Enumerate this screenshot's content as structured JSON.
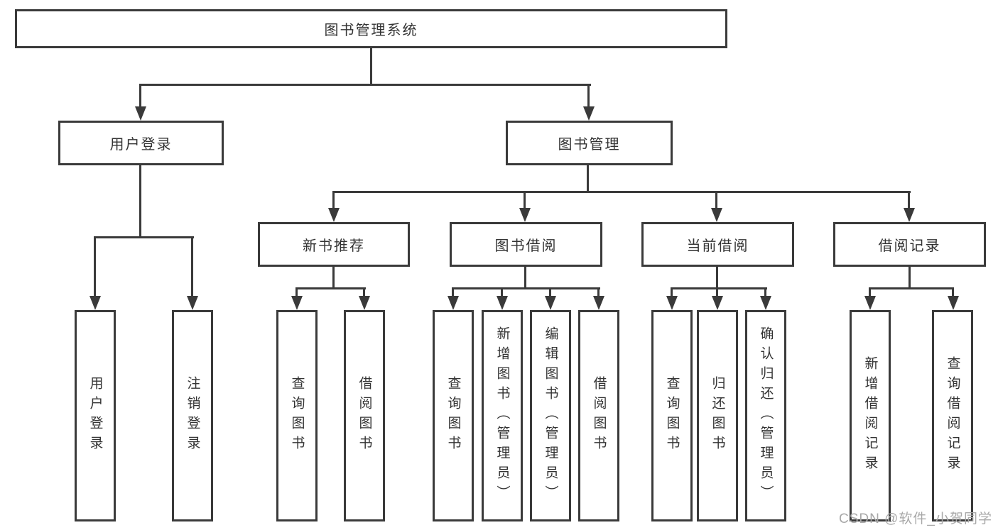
{
  "diagram": {
    "root": {
      "label": "图书管理系统"
    },
    "level2": [
      {
        "label": "用户登录"
      },
      {
        "label": "图书管理"
      }
    ],
    "level3": [
      {
        "label": "新书推荐"
      },
      {
        "label": "图书借阅"
      },
      {
        "label": "当前借阅"
      },
      {
        "label": "借阅记录"
      }
    ],
    "leafGroups": [
      {
        "parent": "用户登录",
        "children": [
          {
            "label": "用户登录"
          },
          {
            "label": "注销登录"
          }
        ]
      },
      {
        "parent": "新书推荐",
        "children": [
          {
            "label": "查询图书"
          },
          {
            "label": "借阅图书"
          }
        ]
      },
      {
        "parent": "图书借阅",
        "children": [
          {
            "label": "查询图书"
          },
          {
            "label": "新增图书（管理员）"
          },
          {
            "label": "编辑图书（管理员）"
          },
          {
            "label": "借阅图书"
          }
        ]
      },
      {
        "parent": "当前借阅",
        "children": [
          {
            "label": "查询图书"
          },
          {
            "label": "归还图书"
          },
          {
            "label": "确认归还（管理员）"
          }
        ]
      },
      {
        "parent": "借阅记录",
        "children": [
          {
            "label": "新增借阅记录"
          },
          {
            "label": "查询借阅记录"
          }
        ]
      }
    ]
  },
  "watermark": {
    "label": "CSDN @软件_小贺同学"
  },
  "colors": {
    "line": "#3a3a3a",
    "text": "#333333",
    "background": "#ffffff",
    "watermark": "#a8a8a8"
  }
}
